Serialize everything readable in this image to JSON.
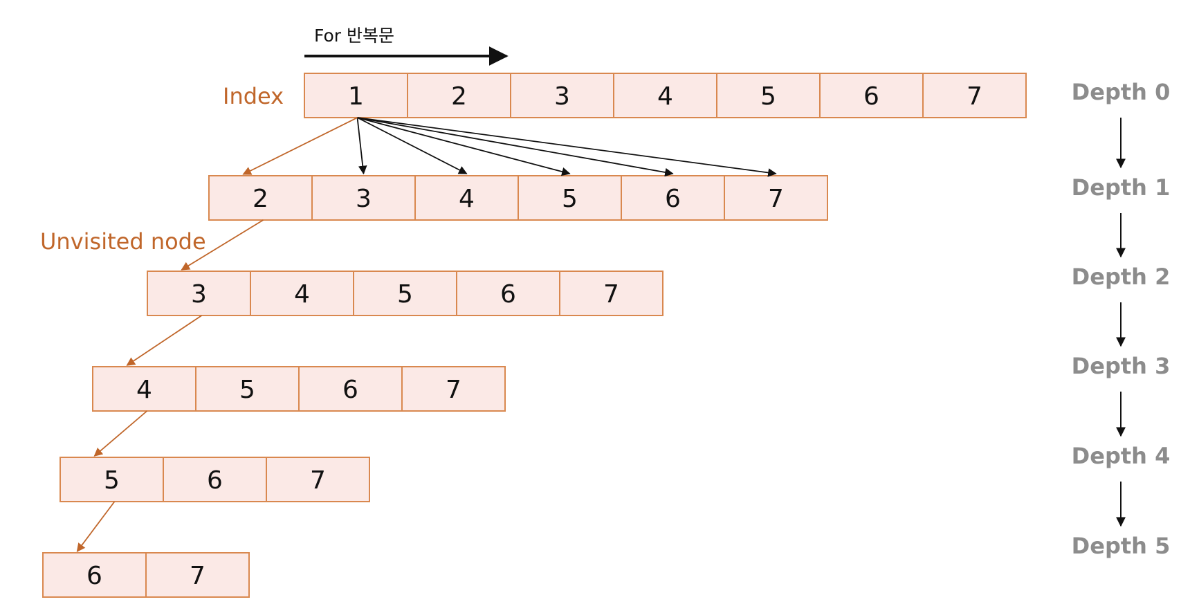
{
  "for_loop_label": "For 반복문",
  "index_label": "Index",
  "unvisited_label": "Unvisited node",
  "colors": {
    "cell_fill": "#fbe9e6",
    "cell_border": "#d9884f",
    "accent": "#c0662a",
    "black_arrow": "#111111",
    "depth_text": "#8c8c8c"
  },
  "rows": [
    {
      "depth_label": "Depth 0",
      "cells": [
        "1",
        "2",
        "3",
        "4",
        "5",
        "6",
        "7"
      ]
    },
    {
      "depth_label": "Depth 1",
      "cells": [
        "2",
        "3",
        "4",
        "5",
        "6",
        "7"
      ]
    },
    {
      "depth_label": "Depth 2",
      "cells": [
        "3",
        "4",
        "5",
        "6",
        "7"
      ]
    },
    {
      "depth_label": "Depth 3",
      "cells": [
        "4",
        "5",
        "6",
        "7"
      ]
    },
    {
      "depth_label": "Depth 4",
      "cells": [
        "5",
        "6",
        "7"
      ]
    },
    {
      "depth_label": "Depth 5",
      "cells": [
        "6",
        "7"
      ]
    }
  ]
}
